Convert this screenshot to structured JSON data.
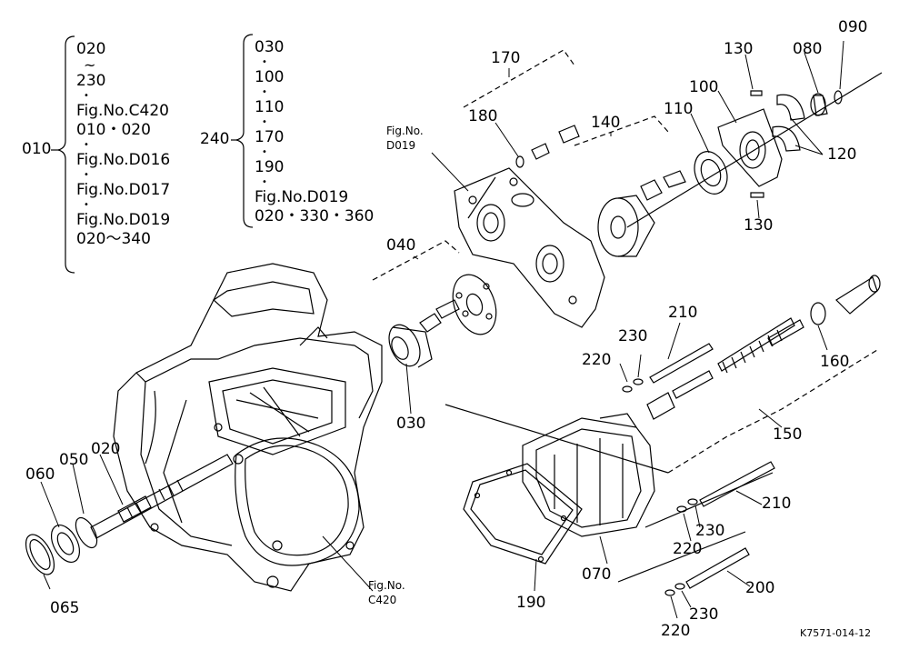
{
  "legend_010": {
    "code": "010",
    "lines": [
      "020",
      "230",
      "Fig.No.C420",
      "010・020",
      "Fig.No.D016",
      "Fig.No.D017",
      "Fig.No.D019",
      "020～340"
    ]
  },
  "legend_240": {
    "code": "240",
    "lines": [
      "030",
      "100",
      "110",
      "170",
      "190",
      "Fig.No.D019",
      "020・330・360"
    ]
  },
  "callouts": {
    "c170": "170",
    "c130_top": "130",
    "c080": "080",
    "c090": "090",
    "c180": "180",
    "c140": "140",
    "c110": "110",
    "c100": "100",
    "c120": "120",
    "c130_mid": "130",
    "c040": "040",
    "c030": "030",
    "c210_top": "210",
    "c230_top": "230",
    "c220_top": "220",
    "c160": "160",
    "c150": "150",
    "c060": "060",
    "c050": "050",
    "c020": "020",
    "c065": "065",
    "c210_bot": "210",
    "c230_mid": "230",
    "c220_mid": "220",
    "c070": "070",
    "c200": "200",
    "c190": "190",
    "c230_bot": "230",
    "c220_bot": "220"
  },
  "fig_refs": {
    "d019_a": "Fig.No.",
    "d019_b": "D019",
    "c420_a": "Fig.No.",
    "c420_b": "C420"
  },
  "drawing_code": "K7571-014-12"
}
